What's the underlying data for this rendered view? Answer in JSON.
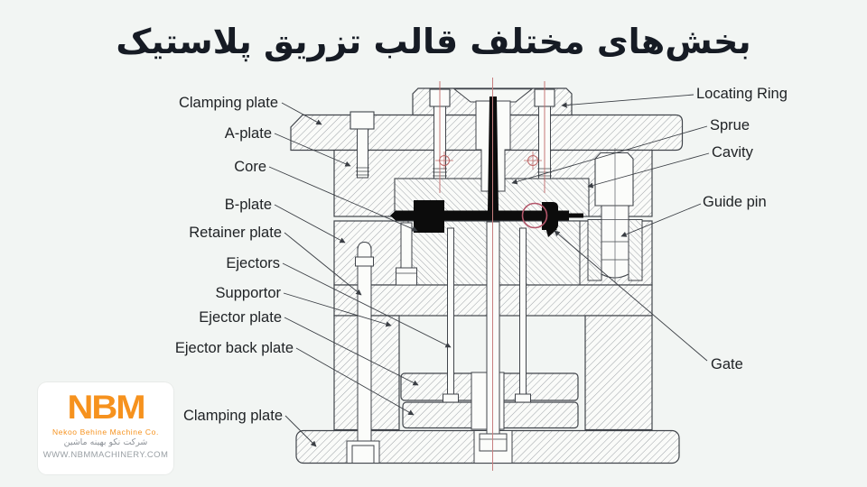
{
  "title": "بخش‌های مختلف قالب تزریق پلاستیک",
  "labels": {
    "left": [
      "Clamping plate",
      "A-plate",
      "Core",
      "B-plate",
      "Retainer plate",
      "Ejectors",
      "Supportor",
      "Ejector plate",
      "Ejector back plate",
      "Clamping plate"
    ],
    "right": [
      "Locating Ring",
      "Sprue",
      "Cavity",
      "Guide pin",
      "Gate"
    ]
  },
  "logo": {
    "name": "NBM",
    "company_en": "Nekoo Behine Machine Co.",
    "company_fa": "شرکت نکو بهینه ماشین",
    "website": "WWW.NBMMACHINERY.COM"
  },
  "colors": {
    "background": "#f2f5f3",
    "line": "#41454b",
    "hatch": "#878d93",
    "part_black": "#0c0c0c",
    "centerline_red": "#c87f7f",
    "gate_highlight": "#b4566a",
    "logo_orange": "#F6921E",
    "title_text": "#161b24"
  }
}
